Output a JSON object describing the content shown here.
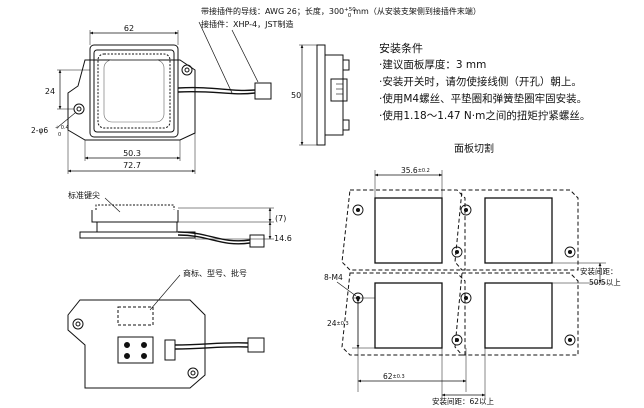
{
  "wire_note": {
    "line1_prefix": "带接插件的导线：AWG 26；长度，300",
    "line1_tol_upper": "+50",
    "line1_tol_lower": "0",
    "line1_suffix": "mm（从安装支架侧到接插件末端）",
    "line2": "接插件：XHP-4，JST制造"
  },
  "install_conditions": {
    "title": "安装条件",
    "items": [
      "·建议面板厚度：3 mm",
      "·安装开关时，请勿使接线侧（开孔）朝上。",
      "·使用M4螺丝、平垫圈和弹簧垫圈牢固安装。",
      "·使用1.18～1.47 N·m之间的扭矩拧紧螺丝。"
    ]
  },
  "top_view": {
    "dim_width": "62",
    "dim_height": "50",
    "dim_hole_offset": "24",
    "dim_hole_main": "2-φ6",
    "dim_hole_tol_upper": "+ 0.4",
    "dim_hole_tol_lower": "0",
    "dim_inner": "50.3",
    "dim_overall": "72.7"
  },
  "side_view": {
    "standard_keytop": "标准键尖",
    "dim_stroke": "(7)",
    "dim_height": "14.6"
  },
  "bottom_view": {
    "label_marking": "商标、型号、批号"
  },
  "panel_cutout": {
    "title": "面板切割",
    "dim_cut_width_main": "35.6",
    "dim_cut_width_tol": "±0.2",
    "dim_screw": "8-M4",
    "dim_cut_height_main": "24",
    "dim_cut_height_tol": "±0.3",
    "dim_pitch_x_main": "62",
    "dim_pitch_x_tol": "±0.3",
    "dim_spacing_h": "安装间距：62以上",
    "dim_spacing_v_label": "安装间距：",
    "dim_spacing_v_value": "50.5以上"
  }
}
